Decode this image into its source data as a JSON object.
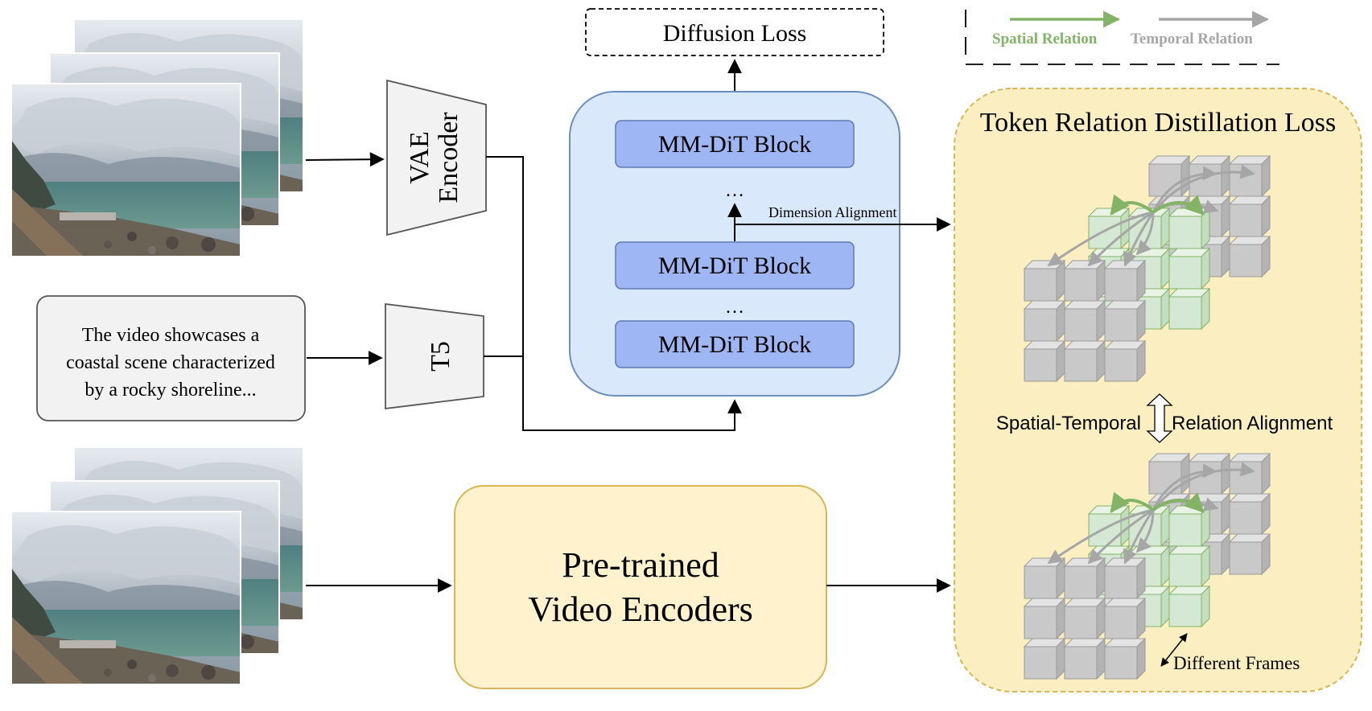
{
  "diffusion_loss": "Diffusion Loss",
  "legend": {
    "spatial": "Spatial Relation",
    "temporal": "Temporal Relation"
  },
  "colors": {
    "spatial_green": "#82b366",
    "temporal_gray": "#a6a6a6",
    "dit_panel_fill": "#dae8fc",
    "dit_panel_stroke": "#6c8ebf",
    "dit_block_fill": "#9fb6f5",
    "encoder_fill": "#fff2cc",
    "encoder_stroke": "#d6b656",
    "distill_fill": "#fbeec1",
    "cube_gray": "#c9c9c9",
    "cube_green": "#d5e8d4"
  },
  "vae": {
    "line1": "VAE",
    "line2": "Encoder"
  },
  "t5": "T5",
  "prompt": {
    "line1": "The video showcases a",
    "line2": "coastal scene characterized",
    "line3": "by a rocky shoreline..."
  },
  "dit": {
    "block_label": "MM-DiT Block",
    "ellipsis": "…"
  },
  "dimension_alignment": "Dimension Alignment",
  "pretrained": {
    "line1": "Pre-trained",
    "line2": "Video Encoders"
  },
  "distill": {
    "title": "Token Relation Distillation Loss",
    "left_label": "Spatial-Temporal",
    "right_label": "Relation Alignment",
    "frames_label": "Different Frames"
  }
}
